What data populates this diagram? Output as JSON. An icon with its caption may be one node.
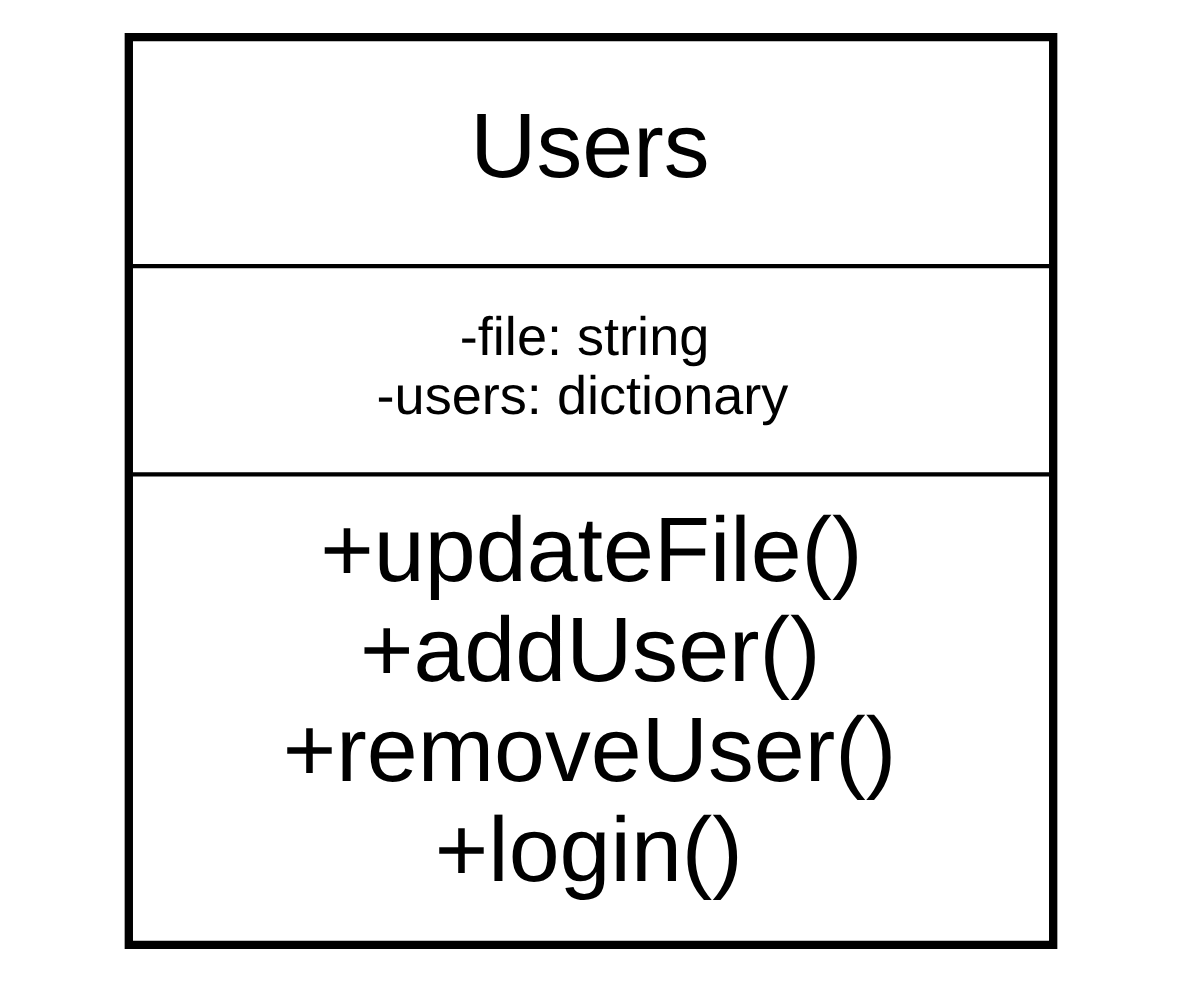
{
  "diagram": {
    "nodes": [
      {
        "text": [
          "Users",
          "-file: string -users: dictionary",
          "+updateFile() +addUser() +removeUser() +login()"
        ]
      }
    ],
    "edges": []
  }
}
